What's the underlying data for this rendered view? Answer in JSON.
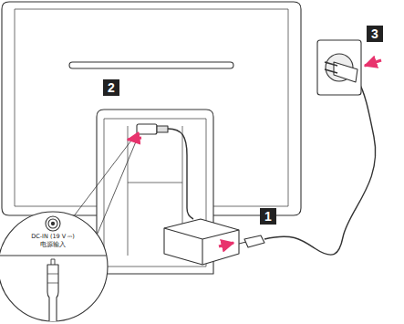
{
  "diagram": {
    "labels": [
      "1",
      "2",
      "3",
      "DC-IN (19 V ⎓)",
      "电源输入"
    ]
  }
}
